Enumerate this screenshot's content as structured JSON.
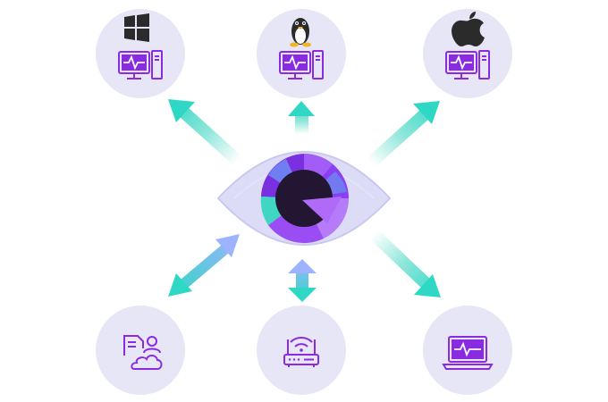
{
  "diagram": {
    "center": {
      "icon": "eye-with-monitoring-logo-icon",
      "colors": {
        "eye": "#dcdcf7",
        "eye_edge": "#c9c9ef",
        "ring_dark": "#7a2fe0",
        "ring_mid": "#9a4df2",
        "ring_light": "#b57bf9",
        "ring_blue": "#6f7ff1",
        "ring_teal": "#3fd6c4",
        "pupil": "#221633"
      }
    },
    "nodes": [
      {
        "id": "windows",
        "os_icon": "windows-logo-icon",
        "device_icon": "desktop-computer-icon",
        "arrow": "outgoing"
      },
      {
        "id": "linux",
        "os_icon": "linux-penguin-icon",
        "device_icon": "desktop-computer-icon",
        "arrow": "outgoing"
      },
      {
        "id": "macos",
        "os_icon": "apple-logo-icon",
        "device_icon": "desktop-computer-icon",
        "arrow": "outgoing"
      },
      {
        "id": "cloud-user",
        "device_icon": "cloud-user-document-icon",
        "arrow": "bidirectional"
      },
      {
        "id": "router",
        "device_icon": "wifi-router-icon",
        "arrow": "bidirectional"
      },
      {
        "id": "laptop",
        "device_icon": "laptop-icon",
        "arrow": "outgoing"
      }
    ],
    "colors": {
      "circle": "#e6e6f7",
      "accent": "#8a2be2",
      "arrow_teal": "#2fd8c4",
      "arrow_blue": "#9db3ff",
      "os_logo": "#2b2b2b"
    }
  }
}
